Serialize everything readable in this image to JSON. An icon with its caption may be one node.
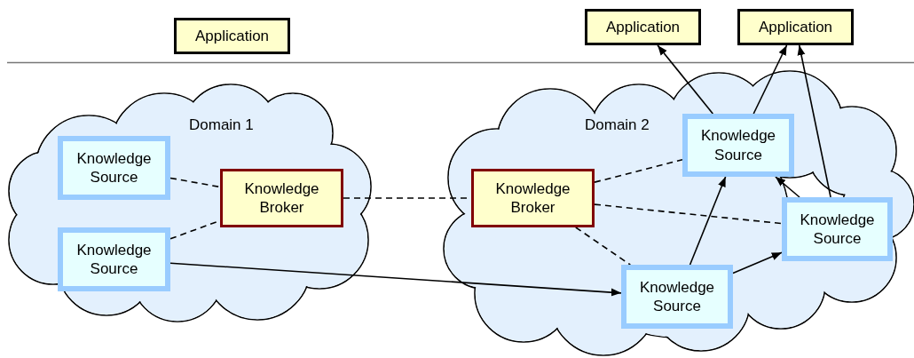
{
  "diagram": {
    "nodes": [
      {
        "text": [
          "Application"
        ]
      },
      {
        "text": [
          "Domain 1"
        ]
      },
      {
        "text": [
          "Knowledge Source"
        ],
        "in": 1
      },
      {
        "text": [
          "Knowledge Broker"
        ],
        "in": 1
      },
      {
        "text": [
          "Knowledge Source"
        ],
        "in": 1
      },
      {
        "text": [
          "Application"
        ]
      },
      {
        "text": [
          "Application"
        ]
      },
      {
        "text": [
          "Domain 2"
        ]
      },
      {
        "text": [
          "Knowledge Broker"
        ],
        "in": 7
      },
      {
        "text": [
          "Knowledge Source"
        ],
        "in": 7
      },
      {
        "text": [
          "Knowledge Source"
        ],
        "in": 7
      },
      {
        "text": [
          "Knowledge Source"
        ],
        "in": 7
      }
    ],
    "edges": [
      {
        "from": 2,
        "to": 3,
        "arrow": "none",
        "style": "dashed"
      },
      {
        "from": 4,
        "to": 3,
        "arrow": "none",
        "style": "dashed"
      },
      {
        "from": 3,
        "to": 8,
        "arrow": "none",
        "style": "dashed"
      },
      {
        "from": 8,
        "to": 9,
        "arrow": "none",
        "style": "dashed"
      },
      {
        "from": 8,
        "to": 10,
        "arrow": "none",
        "style": "dashed"
      },
      {
        "from": 8,
        "to": 11,
        "arrow": "none",
        "style": "dashed"
      },
      {
        "from": 4,
        "to": 11,
        "arrow": "to"
      },
      {
        "from": 11,
        "to": 9,
        "arrow": "to"
      },
      {
        "from": 11,
        "to": 10,
        "arrow": "to"
      },
      {
        "from": 10,
        "to": 9,
        "arrow": "to"
      },
      {
        "from": 9,
        "to": 5,
        "arrow": "to"
      },
      {
        "from": 9,
        "to": 6,
        "arrow": "to"
      },
      {
        "from": 10,
        "to": 6,
        "arrow": "to"
      }
    ]
  }
}
